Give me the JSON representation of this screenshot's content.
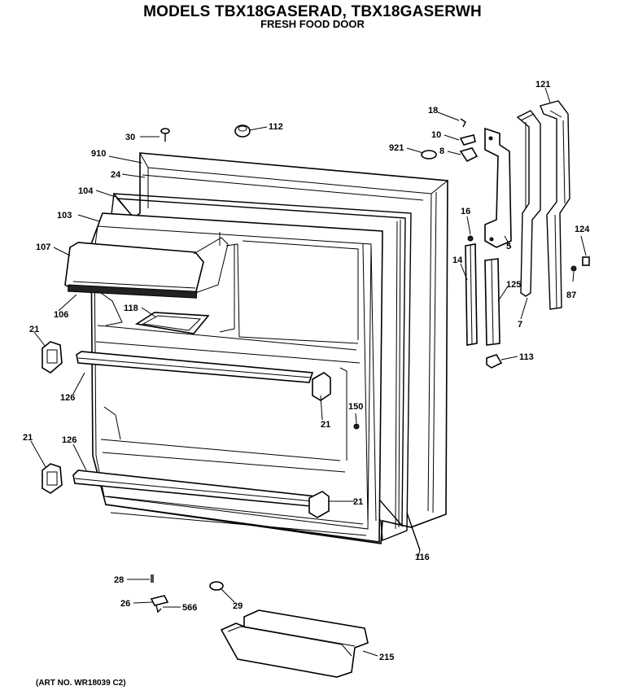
{
  "header": {
    "title": "MODELS TBX18GASERAD, TBX18GASERWH",
    "subtitle": "FRESH FOOD DOOR"
  },
  "footer": {
    "art_number": "(ART NO. WR18039 C2)"
  },
  "callouts": [
    "121",
    "18",
    "30",
    "112",
    "10",
    "921",
    "8",
    "910",
    "24",
    "104",
    "16",
    "5",
    "124",
    "103",
    "107",
    "14",
    "125",
    "87",
    "7",
    "106",
    "118",
    "113",
    "21",
    "126",
    "150",
    "21",
    "21",
    "126",
    "21",
    "116",
    "28",
    "26",
    "566",
    "29",
    "215"
  ]
}
